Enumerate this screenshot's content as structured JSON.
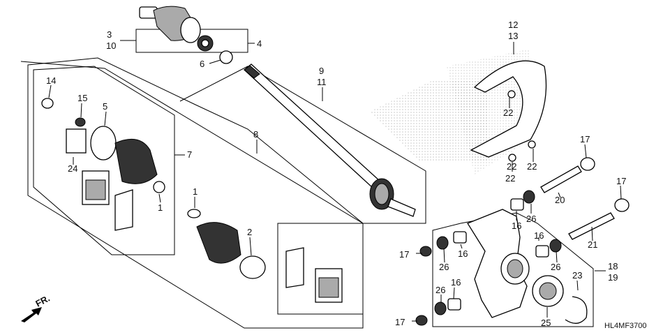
{
  "diagram": {
    "drawing_code": "HL4MF3700",
    "direction_label": "FR.",
    "callouts": {
      "c1a": "1",
      "c1b": "1",
      "c2": "2",
      "c3": "3",
      "c4": "4",
      "c5": "5",
      "c6": "6",
      "c7": "7",
      "c8": "8",
      "c9": "9",
      "c10": "10",
      "c11": "11",
      "c12": "12",
      "c13": "13",
      "c14": "14",
      "c15": "15",
      "c16a": "16",
      "c16b": "16",
      "c16c": "16",
      "c16d": "16",
      "c17a": "17",
      "c17b": "17",
      "c17c": "17",
      "c17d": "17",
      "c18": "18",
      "c19": "19",
      "c20": "20",
      "c21": "21",
      "c22a": "22",
      "c22b": "22",
      "c22c": "22",
      "c22d": "22",
      "c23": "23",
      "c24": "24",
      "c25": "25",
      "c26a": "26",
      "c26b": "26",
      "c26c": "26",
      "c26d": "26"
    }
  }
}
